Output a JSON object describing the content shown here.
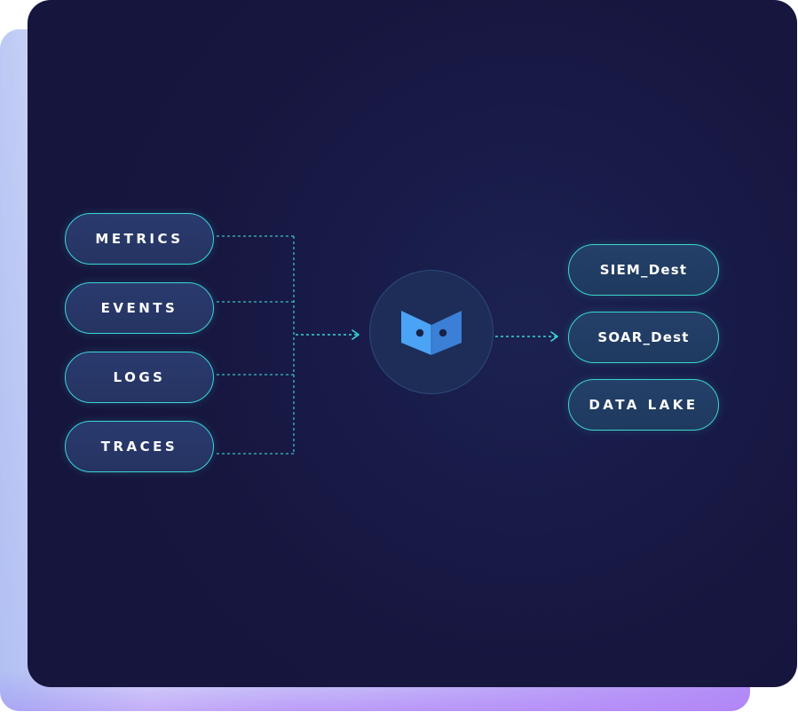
{
  "sources": [
    {
      "label": "METRICS"
    },
    {
      "label": "EVENTS"
    },
    {
      "label": "LOGS"
    },
    {
      "label": "TRACES"
    }
  ],
  "destinations": [
    {
      "label": "SIEM_Dest"
    },
    {
      "label": "SOAR_Dest"
    },
    {
      "label": "DATA LAKE"
    }
  ],
  "hub": {
    "icon": "pipeline-logo-icon"
  },
  "colors": {
    "card_background": "#181a47",
    "pill_border": "#3ad6d6",
    "connector": "#3ad6d6",
    "logo_left": "#4aa3f5",
    "logo_right": "#3b7fd6"
  }
}
